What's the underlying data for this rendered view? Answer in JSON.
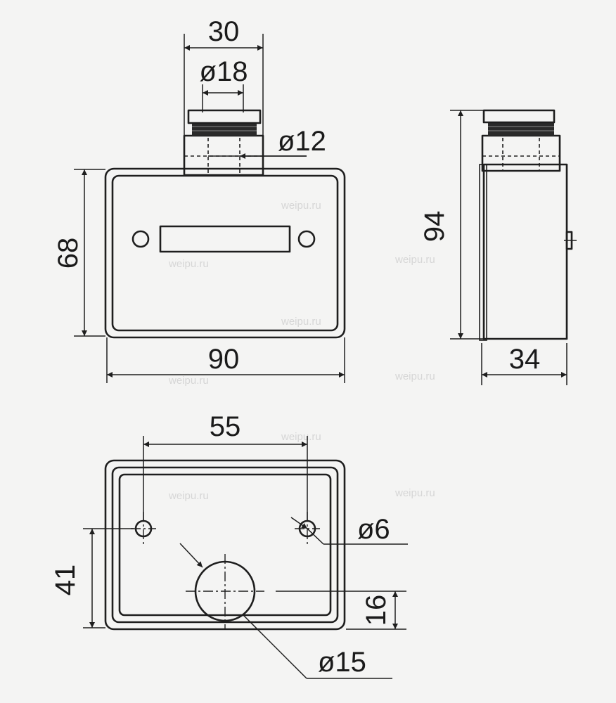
{
  "front_view": {
    "dims": {
      "width_top": "30",
      "thread_dia": "ø18",
      "pin_dia": "ø12",
      "height": "68",
      "width": "90"
    }
  },
  "side_view": {
    "dims": {
      "height": "94",
      "depth": "34"
    }
  },
  "bottom_view": {
    "dims": {
      "hole_spacing": "55",
      "hole_dia": "ø6",
      "offset": "41",
      "center_offset": "16",
      "bore_dia": "ø15"
    }
  },
  "watermark": "weipu.ru"
}
